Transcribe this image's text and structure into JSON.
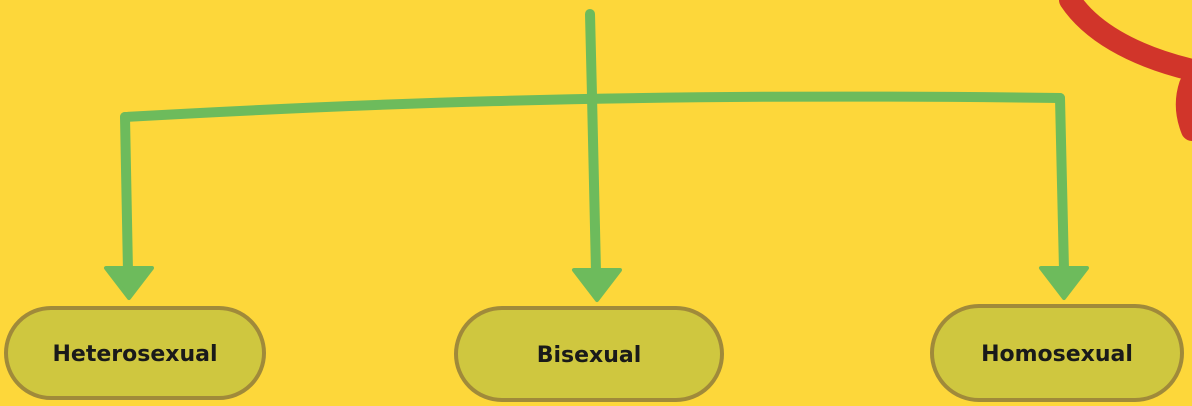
{
  "diagram": {
    "nodes": [
      {
        "label": "Heterosexual"
      },
      {
        "label": "Bisexual"
      },
      {
        "label": "Homosexual"
      }
    ]
  },
  "colors": {
    "background": "#FDD73A",
    "connector": "#6DBB5C",
    "node_fill": "#CFC73F",
    "node_border": "#A08A3A",
    "accent_red": "#D1352A"
  }
}
